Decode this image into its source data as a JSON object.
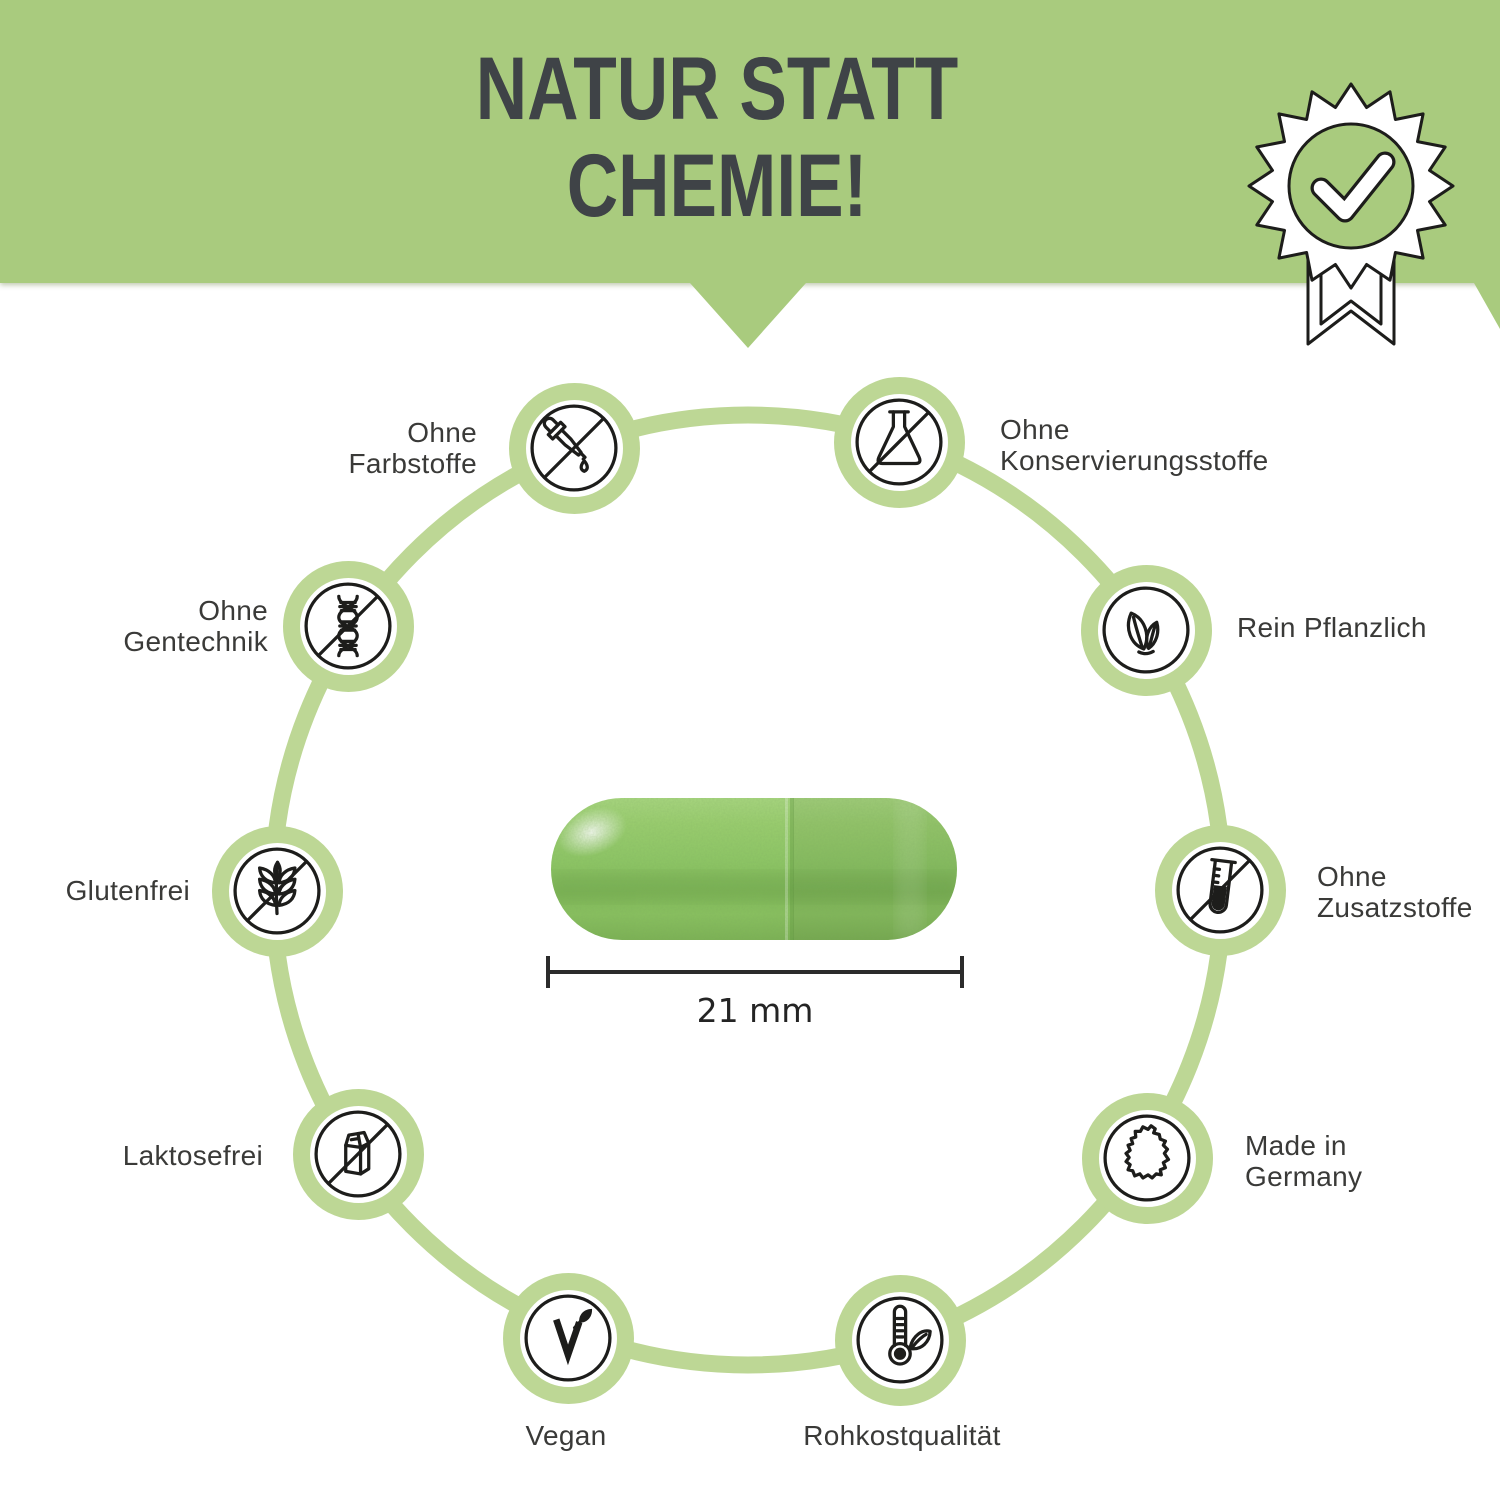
{
  "colors": {
    "band_green": "#a9cb7e",
    "ring_green": "#bdd795",
    "capsule_green": "#8cc561",
    "title_dark": "#3f4347",
    "label_dark": "#3a3a38",
    "icon_dark": "#1d1d1b",
    "measure_dark": "#2b2b2b"
  },
  "header": {
    "title_line1": "NATUR STATT",
    "title_line2": "CHEMIE!",
    "seal_icon": "award-check-seal-icon"
  },
  "badges": [
    {
      "id": "ohne-farbstoffe",
      "label": "Ohne\nFarbstoffe",
      "icon": "no-dropper-icon"
    },
    {
      "id": "ohne-konservierungsstoffe",
      "label": "Ohne\nKonservierungsstoffe",
      "icon": "no-flask-icon"
    },
    {
      "id": "rein-pflanzlich",
      "label": "Rein Pflanzlich",
      "icon": "leaves-icon"
    },
    {
      "id": "ohne-zusatzstoffe",
      "label": "Ohne\nZusatzstoffe",
      "icon": "no-test-tube-icon"
    },
    {
      "id": "made-in-germany",
      "label": "Made in\nGermany",
      "icon": "germany-map-icon"
    },
    {
      "id": "rohkostqualitaet",
      "label": "Rohkostqualität",
      "icon": "thermometer-leaf-icon"
    },
    {
      "id": "vegan",
      "label": "Vegan",
      "icon": "vegan-v-leaf-icon"
    },
    {
      "id": "laktosefrei",
      "label": "Laktosefrei",
      "icon": "no-milk-carton-icon"
    },
    {
      "id": "glutenfrei",
      "label": "Glutenfrei",
      "icon": "no-wheat-icon"
    },
    {
      "id": "ohne-gentechnik",
      "label": "Ohne\nGentechnik",
      "icon": "no-dna-icon"
    }
  ],
  "capsule": {
    "length_label": "21 mm"
  }
}
